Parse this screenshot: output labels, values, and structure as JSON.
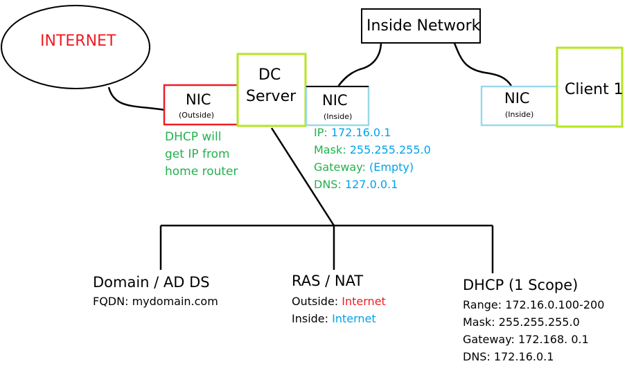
{
  "colors": {
    "red": "#ed1c24",
    "green": "#22b14c",
    "blue": "#00a2e8",
    "lime_border": "#b5e61d",
    "light_blue_border": "#99d9ea",
    "black": "#000000"
  },
  "internet": {
    "label": "INTERNET"
  },
  "inside_network": {
    "label": "Inside Network"
  },
  "dc_server": {
    "line1": "DC",
    "line2": "Server"
  },
  "nic_outside": {
    "title": "NIC",
    "subtitle": "(Outside)"
  },
  "nic_inside_dc": {
    "title": "NIC",
    "subtitle": "(Inside)"
  },
  "nic_inside_client": {
    "title": "NIC",
    "subtitle": "(Inside)"
  },
  "client": {
    "label": "Client 1"
  },
  "dhcp_note": [
    "DHCP will",
    "get IP from",
    "home router"
  ],
  "dc_config": [
    {
      "key": "IP:",
      "value": "172.16.0.1"
    },
    {
      "key": "Mask:",
      "value": "255.255.255.0"
    },
    {
      "key": "Gateway:",
      "value": "(Empty)"
    },
    {
      "key": "DNS:",
      "value": "127.0.0.1"
    }
  ],
  "roles": {
    "domain": {
      "title": "Domain / AD DS",
      "fqdn": "FQDN: mydomain.com"
    },
    "ras": {
      "title": "RAS / NAT",
      "outside_key": "Outside:",
      "outside_value": "Internet",
      "inside_key": "Inside:",
      "inside_value": "Internet"
    },
    "dhcp": {
      "title": "DHCP (1 Scope)",
      "range": "Range: 172.16.0.100-200",
      "mask": "Mask: 255.255.255.0",
      "gateway": "Gateway: 172.168. 0.1",
      "dns": "DNS: 172.16.0.1"
    }
  }
}
